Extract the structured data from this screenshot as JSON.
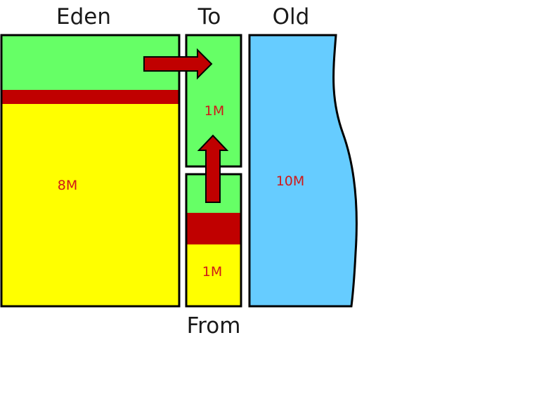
{
  "titles": {
    "eden": "Eden",
    "to": "To",
    "old": "Old",
    "from": "From"
  },
  "sizes": {
    "eden": "8M",
    "to": "1M",
    "from": "1M",
    "old": "10M"
  },
  "colors": {
    "eden_live": "#66ff66",
    "eden_dead": "#c00000",
    "eden_free": "#ffff00",
    "survivor_live": "#66ff66",
    "survivor_dead": "#c00000",
    "survivor_free": "#ffff00",
    "old": "#66ccff",
    "arrow": "#c00000",
    "outline": "#000000",
    "label": "#d01818"
  },
  "arrows": [
    {
      "id": "eden-to-survivor",
      "direction": "right"
    },
    {
      "id": "from-to-survivor",
      "direction": "up"
    }
  ]
}
